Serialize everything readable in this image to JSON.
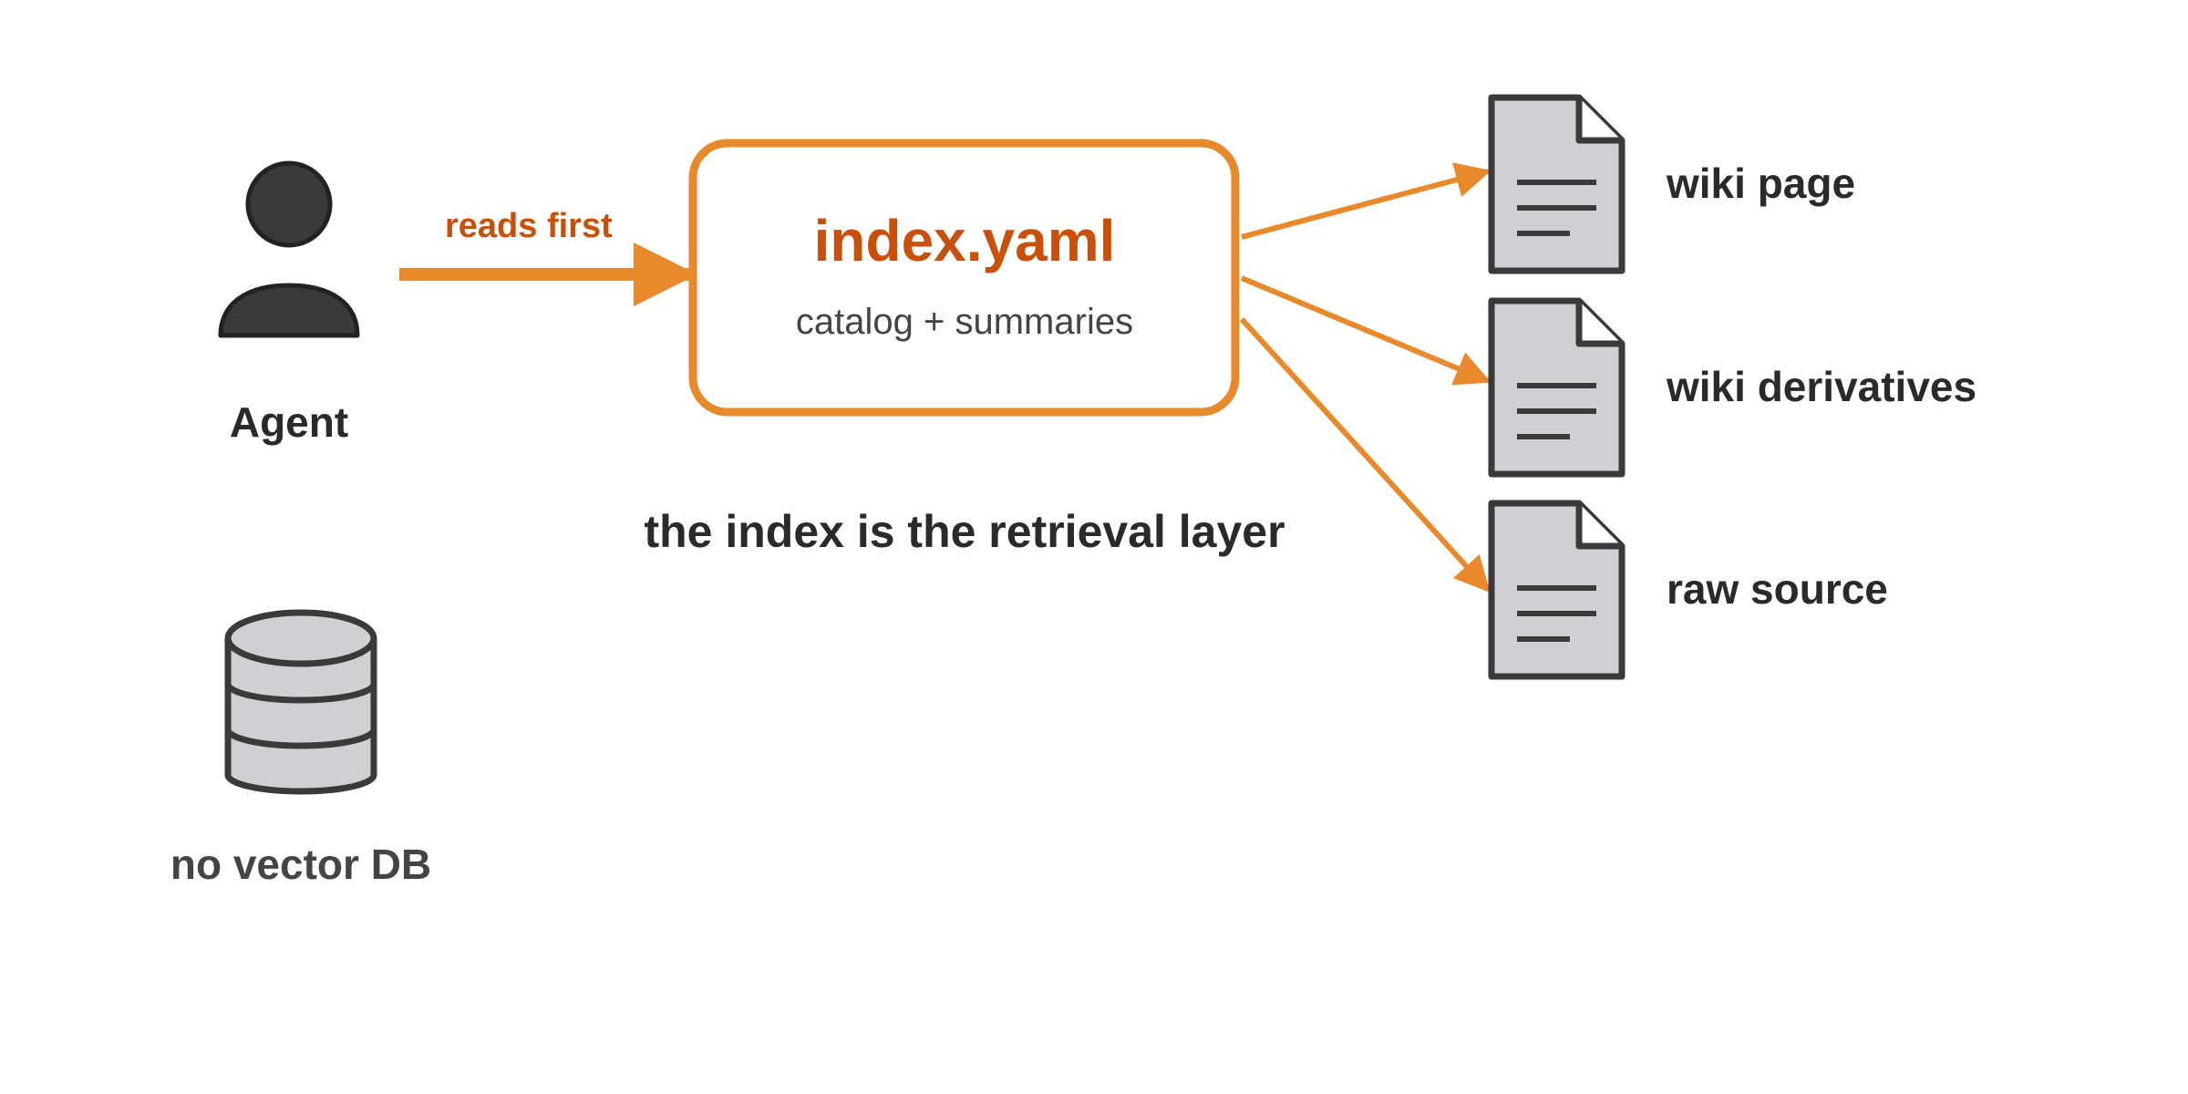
{
  "agent": {
    "label": "Agent",
    "icon": "person-icon"
  },
  "edge_reads": {
    "label": "reads first"
  },
  "index_node": {
    "title": "index.yaml",
    "subtitle": "catalog + summaries"
  },
  "caption": "the index is the retrieval layer",
  "documents": [
    {
      "label": "wiki page",
      "icon": "document-icon"
    },
    {
      "label": "wiki derivatives",
      "icon": "document-icon"
    },
    {
      "label": "raw source",
      "icon": "document-icon"
    }
  ],
  "database": {
    "label": "no vector DB",
    "icon": "database-icon"
  },
  "colors": {
    "accent": "#e8892b",
    "accent_text": "#c8500a",
    "icon_stroke": "#3a3a3a",
    "icon_fill": "#d0d0d4",
    "text": "#2a2a2a"
  }
}
